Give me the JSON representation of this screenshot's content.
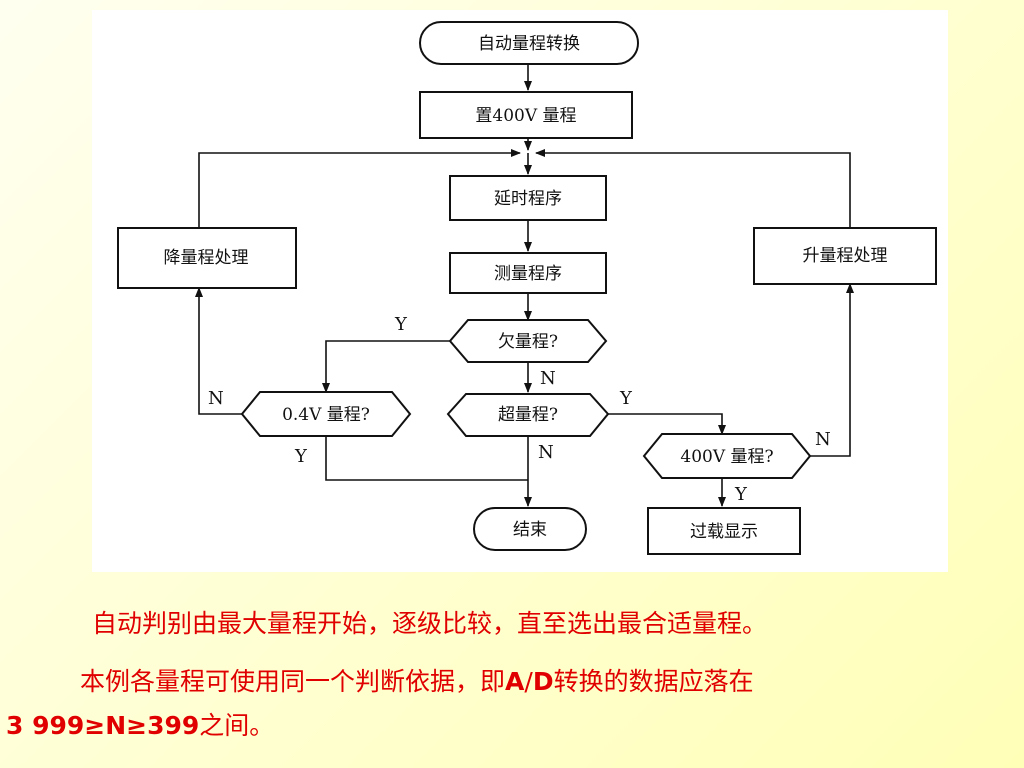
{
  "flowchart": {
    "start": "自动量程转换",
    "set_range": "置400V 量程",
    "delay": "延时程序",
    "measure": "测量程序",
    "range_down": "降量程处理",
    "range_up": "升量程处理",
    "under_range": "欠量程?",
    "over_range": "超量程?",
    "check_04v": "0.4V 量程?",
    "check_400v": "400V 量程?",
    "end": "结束",
    "overload": "过载显示",
    "yes": "Y",
    "no": "N"
  },
  "caption": {
    "line1": "自动判别由最大量程开始，逐级比较，直至选出最合适量程。",
    "line2_pre": "本例各量程可使用同一个判断依据，即",
    "line2_bold": "A",
    "line2_slash": "/",
    "line2_bold2": "D",
    "line2_post": "转换的数据应落在",
    "line3_bold": "3 999≥N≥399",
    "line3_post": "之间。"
  },
  "colors": {
    "caption": "#e00000",
    "background": "#ffffe0",
    "diagram_bg": "#ffffff"
  }
}
